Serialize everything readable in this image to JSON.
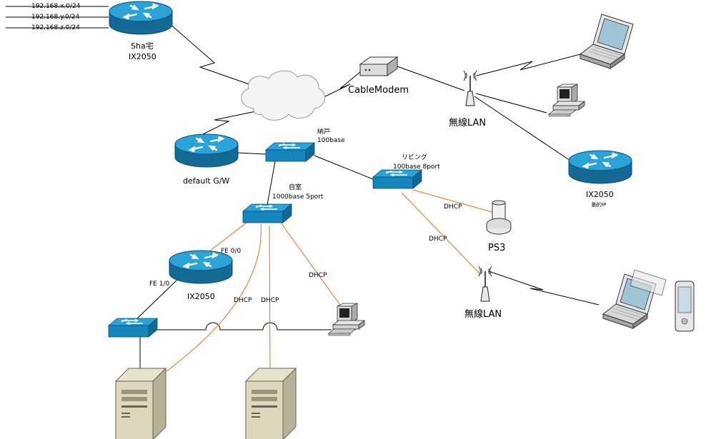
{
  "colors": {
    "black_link": "#000000",
    "orange_link": "#e0701c",
    "device_blue": "#1f8fc4",
    "device_blue_dark": "#136a94",
    "cloud_fill": "#f4f4f4"
  },
  "networks": {
    "net_x": "192.168.x.0/24",
    "net_y": "192.168.y.0/24",
    "net_z": "192.168.z.0/24"
  },
  "routers": {
    "sha_router": {
      "name": "Sha宅",
      "model": "IX2050",
      "icon": "router-icon"
    },
    "default_gw": {
      "name": "default G/W",
      "icon": "router-icon"
    },
    "ix2050_local": {
      "name": "IX2050",
      "icon": "router-icon"
    },
    "ix2050_remote": {
      "name": "IX2050",
      "note": "動的IP",
      "icon": "router-icon"
    }
  },
  "switches": {
    "nando": {
      "name": "納戸",
      "spec": "100base",
      "icon": "switch-icon"
    },
    "jishitsu": {
      "name": "自室",
      "spec": "1000base 5port",
      "icon": "switch-icon"
    },
    "living": {
      "name": "リビング",
      "spec": "100base 8port",
      "icon": "switch-icon"
    },
    "bottom": {
      "icon": "switch-icon"
    }
  },
  "cable_modem": {
    "name": "CableModem",
    "icon": "cable-modem-icon"
  },
  "wireless": {
    "upper": {
      "name": "無線LAN",
      "icon": "wireless-ap-icon"
    },
    "lower": {
      "name": "無線LAN",
      "icon": "wireless-ap-icon"
    }
  },
  "ps3": {
    "name": "PS3",
    "icon": "game-console-icon"
  },
  "interfaces": {
    "fe00": "FE 0/0",
    "fe10": "FE 1/0"
  },
  "link_labels": {
    "dhcp_ps3": "DHCP",
    "dhcp_wlan": "DHCP",
    "dhcp_pc": "DHCP",
    "dhcp_server1": "DHCP",
    "dhcp_server2": "DHCP"
  }
}
